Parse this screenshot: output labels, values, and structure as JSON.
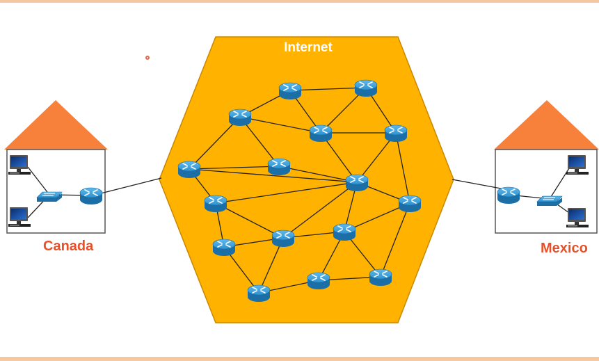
{
  "internet": {
    "title": "Internet"
  },
  "sites": {
    "left": {
      "name": "Canada"
    },
    "right": {
      "name": "Mexico"
    }
  },
  "colors": {
    "internet_fill": "#FFB300",
    "internet_stroke": "#C98700",
    "roof": "#F7803A",
    "site_label": "#E8502A",
    "frame_bar": "#F6C8A2",
    "router_top": "#2E93D0",
    "router_side": "#1C6FA6"
  },
  "icons": [
    "router-icon",
    "switch-icon",
    "computer-icon",
    "house-icon"
  ]
}
